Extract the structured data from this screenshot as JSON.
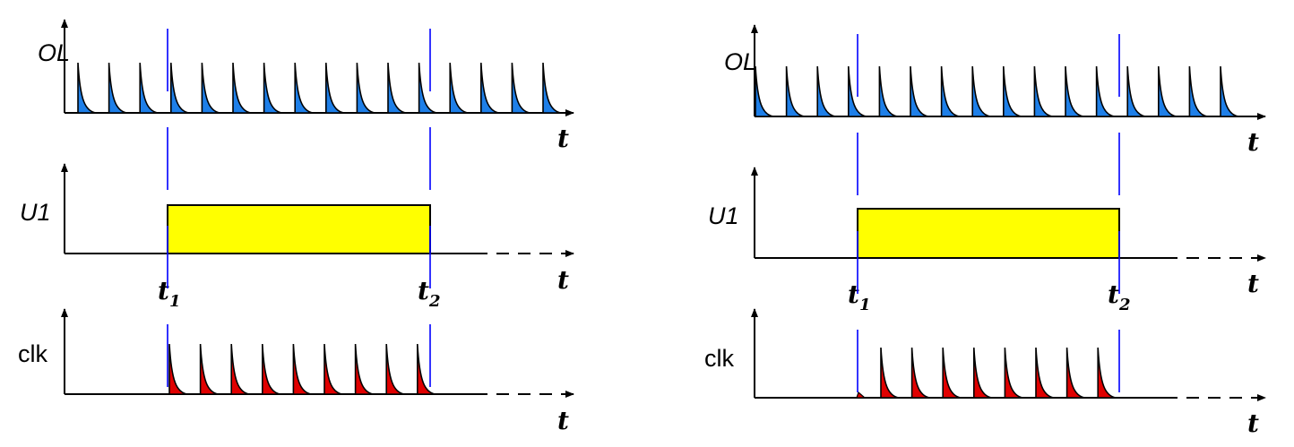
{
  "colors": {
    "ol_fill": "#1e7fe8",
    "clk_fill": "#e00000",
    "u1_fill": "#ffff00",
    "marker_line": "#0000ff",
    "axis": "#000000"
  },
  "diagrams": [
    {
      "name": "left",
      "signals": [
        {
          "id": "ol",
          "label": "OL",
          "axis_label": "t",
          "pulse_color": "ol_fill",
          "pulses": 16
        },
        {
          "id": "u1",
          "label": "U1",
          "axis_label": "t",
          "pulse_color": "u1_fill"
        },
        {
          "id": "clk",
          "label": "clk",
          "axis_label": "t",
          "pulse_color": "clk_fill",
          "pulses": 9,
          "partial_first": false
        }
      ],
      "markers": [
        {
          "label": "t",
          "subscript": "1"
        },
        {
          "label": "t",
          "subscript": "2"
        }
      ]
    },
    {
      "name": "right",
      "signals": [
        {
          "id": "ol",
          "label": "OL",
          "axis_label": "t",
          "pulse_color": "ol_fill",
          "pulses": 16
        },
        {
          "id": "u1",
          "label": "U1",
          "axis_label": "t",
          "pulse_color": "u1_fill"
        },
        {
          "id": "clk",
          "label": "clk",
          "axis_label": "t",
          "pulse_color": "clk_fill",
          "pulses": 8,
          "partial_first": true
        }
      ],
      "markers": [
        {
          "label": "t",
          "subscript": "1"
        },
        {
          "label": "t",
          "subscript": "2"
        }
      ]
    }
  ]
}
